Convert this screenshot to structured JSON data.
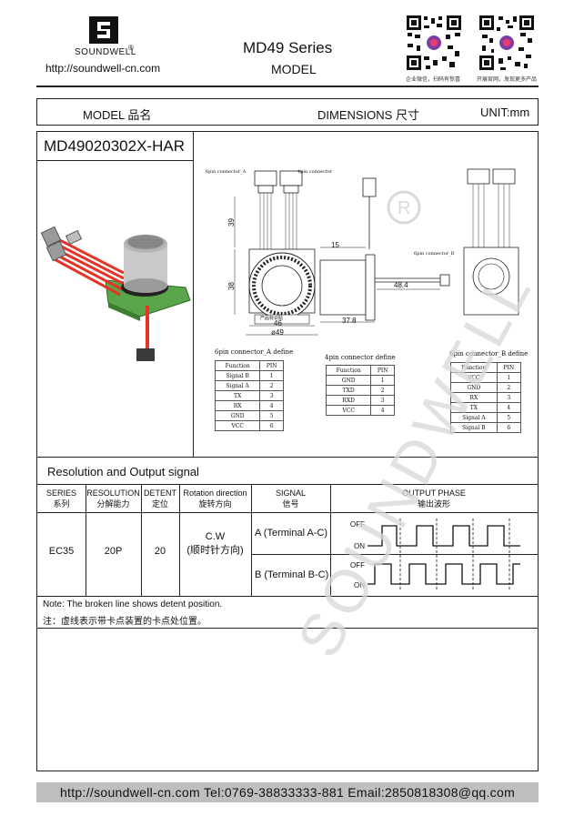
{
  "header": {
    "brand": "SOUNDWELL",
    "registered": "®",
    "url": "http://soundwell-cn.com",
    "series_title": "MD49  Series",
    "model_label": "MODEL",
    "qr_caption_left": "企业微信，扫码有惊喜",
    "qr_caption_right": "开展官网，发现更多产品"
  },
  "model_bar": {
    "model_label": "MODEL 品名",
    "dimensions_label": "DIMENSIONS 尺寸",
    "unit_label": "UNIT:mm"
  },
  "part_number": "MD49020302X-HAR",
  "drawing": {
    "connector_a_label": "6pin connector_A",
    "connector_4pin_label": "4pin connector",
    "connector_b_label": "6pin connector_B",
    "dim_39": "39",
    "dim_38": "38",
    "dim_15": "15",
    "dim_46": "46",
    "dim_49": "ø49",
    "dim_37_8": "37.8",
    "dim_48_4": "48.4",
    "sticker_text": "产品标识贴",
    "watermark": "SOUNDWELL"
  },
  "pin_tables": {
    "table_a": {
      "title": "6pin connector_A define",
      "headers": [
        "Function",
        "PIN"
      ],
      "rows": [
        [
          "Signal B",
          "1"
        ],
        [
          "Signal A",
          "2"
        ],
        [
          "TX",
          "3"
        ],
        [
          "RX",
          "4"
        ],
        [
          "GND",
          "5"
        ],
        [
          "VCC",
          "6"
        ]
      ]
    },
    "table_4pin": {
      "title": "4pin connector define",
      "headers": [
        "Function",
        "PIN"
      ],
      "rows": [
        [
          "GND",
          "1"
        ],
        [
          "TXD",
          "2"
        ],
        [
          "RXD",
          "3"
        ],
        [
          "VCC",
          "4"
        ]
      ]
    },
    "table_b": {
      "title": "6pin connector_B define",
      "headers": [
        "Function",
        "PIN"
      ],
      "rows": [
        [
          "VCC",
          "1"
        ],
        [
          "GND",
          "2"
        ],
        [
          "RX",
          "3"
        ],
        [
          "TX",
          "4"
        ],
        [
          "Signal A",
          "5"
        ],
        [
          "Signal B",
          "6"
        ]
      ]
    }
  },
  "resolution": {
    "section_title": "Resolution and Output signal",
    "col_series": "SERIES",
    "col_series_cn": "系列",
    "col_resolution": "RESOLUTION",
    "col_resolution_cn": "分解能力",
    "col_detent": "DETENT",
    "col_detent_cn": "定位",
    "col_rotation": "Rotation direction",
    "col_rotation_cn": "旋转方向",
    "col_signal": "SIGNAL",
    "col_signal_cn": "信号",
    "col_phase": "OUTPUT PHASE",
    "col_phase_cn": "输出波形",
    "series": "EC35",
    "resolution_value": "20P",
    "detent": "20",
    "rotation": "C.W",
    "rotation_cn": "(顺时针方向)",
    "signal_a": "A (Terminal A-C)",
    "signal_b": "B (Terminal B-C)",
    "off": "OFF",
    "on": "ON"
  },
  "notes": {
    "en": "Note: The broken line shows detent position.",
    "cn": "注：虚线表示带卡点装置的卡点处位置。"
  },
  "footer": {
    "text": "http://soundwell-cn.com  Tel:0769-38833333-881  Email:2850818308@qq.com"
  }
}
